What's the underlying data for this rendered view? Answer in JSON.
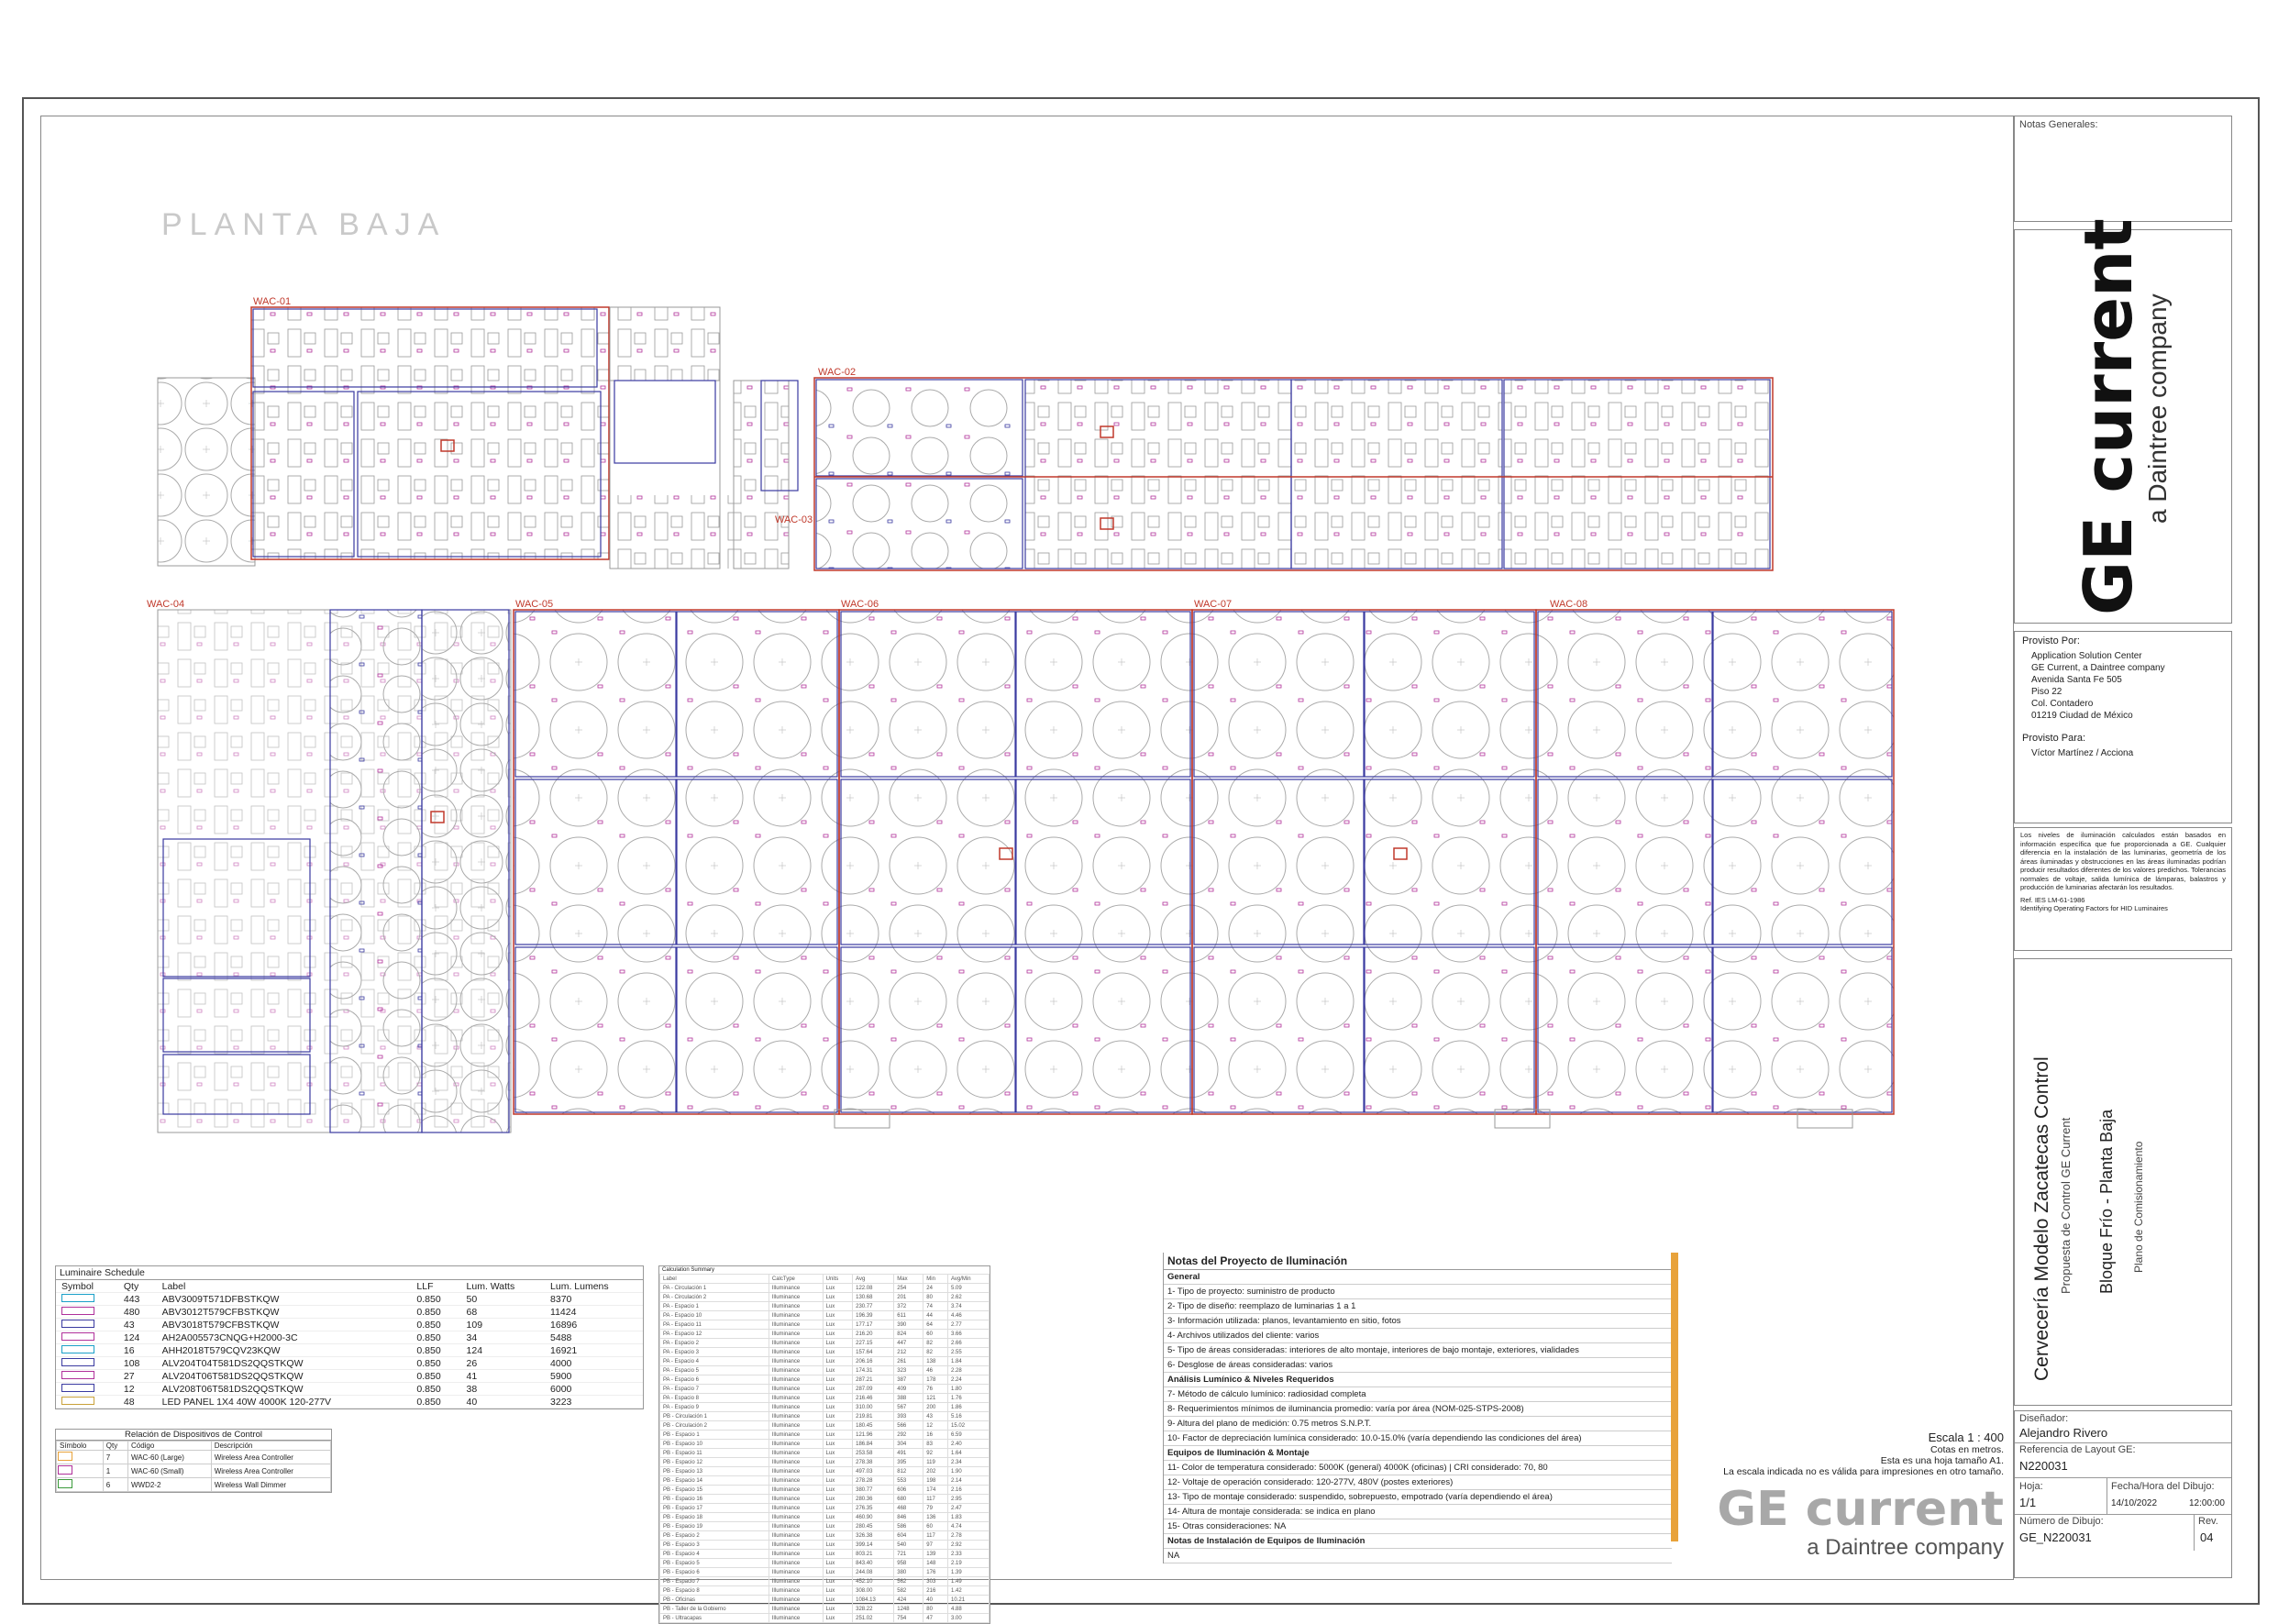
{
  "plan": {
    "title": "PLANTA BAJA",
    "zones": [
      "WAC-01",
      "WAC-02",
      "WAC-03",
      "WAC-04",
      "WAC-05",
      "WAC-06",
      "WAC-07",
      "WAC-08"
    ]
  },
  "schedule": {
    "title": "Luminaire Schedule",
    "headers": [
      "Symbol",
      "Qty",
      "Label",
      "LLF",
      "Lum. Watts",
      "Lum. Lumens"
    ],
    "rows": [
      {
        "qty": "443",
        "label": "ABV3009T571DFBSTKQW",
        "llf": "0.850",
        "watts": "50",
        "lumens": "8370"
      },
      {
        "qty": "480",
        "label": "ABV3012T579CFBSTKQW",
        "llf": "0.850",
        "watts": "68",
        "lumens": "11424"
      },
      {
        "qty": "43",
        "label": "ABV3018T579CFBSTKQW",
        "llf": "0.850",
        "watts": "109",
        "lumens": "16896"
      },
      {
        "qty": "124",
        "label": "AH2A005573CNQG+H2000-3C",
        "llf": "0.850",
        "watts": "34",
        "lumens": "5488"
      },
      {
        "qty": "16",
        "label": "AHH2018T579CQV23KQW",
        "llf": "0.850",
        "watts": "124",
        "lumens": "16921"
      },
      {
        "qty": "108",
        "label": "ALV204T04T581DS2QQSTKQW",
        "llf": "0.850",
        "watts": "26",
        "lumens": "4000"
      },
      {
        "qty": "27",
        "label": "ALV204T06T581DS2QQSTKQW",
        "llf": "0.850",
        "watts": "41",
        "lumens": "5900"
      },
      {
        "qty": "12",
        "label": "ALV208T06T581DS2QQSTKQW",
        "llf": "0.850",
        "watts": "38",
        "lumens": "6000"
      },
      {
        "qty": "48",
        "label": "LED PANEL 1X4 40W 4000K 120-277V",
        "llf": "0.850",
        "watts": "40",
        "lumens": "3223"
      }
    ]
  },
  "controls": {
    "title": "Relación de Dispositivos de Control",
    "headers": [
      "Símbolo",
      "Qty",
      "Código",
      "Descripción"
    ],
    "rows": [
      {
        "qty": "7",
        "code": "WAC-60 (Large)",
        "desc": "Wireless Area Controller"
      },
      {
        "qty": "1",
        "code": "WAC-60 (Small)",
        "desc": "Wireless Area Controller"
      },
      {
        "qty": "6",
        "code": "WWD2-2",
        "desc": "Wireless Wall Dimmer"
      }
    ]
  },
  "calc_summary": {
    "title": "Calculation Summary",
    "headers": [
      "Label",
      "CalcType",
      "Units",
      "Avg",
      "Max",
      "Min",
      "Avg/Min"
    ],
    "rows": [
      [
        "PA - Circulación 1",
        "Illuminance",
        "Lux",
        "122.08",
        "254",
        "24",
        "5.09"
      ],
      [
        "PA - Circulación 2",
        "Illuminance",
        "Lux",
        "130.68",
        "201",
        "80",
        "2.62"
      ],
      [
        "PA - Espacio 1",
        "Illuminance",
        "Lux",
        "230.77",
        "372",
        "74",
        "3.74"
      ],
      [
        "PA - Espacio 10",
        "Illuminance",
        "Lux",
        "196.39",
        "611",
        "44",
        "4.46"
      ],
      [
        "PA - Espacio 11",
        "Illuminance",
        "Lux",
        "177.17",
        "390",
        "64",
        "2.77"
      ],
      [
        "PA - Espacio 12",
        "Illuminance",
        "Lux",
        "216.20",
        "824",
        "60",
        "3.66"
      ],
      [
        "PA - Espacio 2",
        "Illuminance",
        "Lux",
        "227.15",
        "447",
        "82",
        "2.66"
      ],
      [
        "PA - Espacio 3",
        "Illuminance",
        "Lux",
        "157.64",
        "212",
        "82",
        "2.55"
      ],
      [
        "PA - Espacio 4",
        "Illuminance",
        "Lux",
        "206.16",
        "261",
        "138",
        "1.84"
      ],
      [
        "PA - Espacio 5",
        "Illuminance",
        "Lux",
        "174.31",
        "323",
        "46",
        "2.28"
      ],
      [
        "PA - Espacio 6",
        "Illuminance",
        "Lux",
        "287.21",
        "387",
        "178",
        "2.24"
      ],
      [
        "PA - Espacio 7",
        "Illuminance",
        "Lux",
        "287.09",
        "409",
        "76",
        "1.80"
      ],
      [
        "PA - Espacio 8",
        "Illuminance",
        "Lux",
        "216.46",
        "388",
        "121",
        "1.76"
      ],
      [
        "PA - Espacio 9",
        "Illuminance",
        "Lux",
        "310.00",
        "567",
        "200",
        "1.86"
      ],
      [
        "PB - Circulación 1",
        "Illuminance",
        "Lux",
        "219.81",
        "393",
        "43",
        "5.16"
      ],
      [
        "PB - Circulación 2",
        "Illuminance",
        "Lux",
        "180.45",
        "566",
        "12",
        "15.02"
      ],
      [
        "PB - Espacio 1",
        "Illuminance",
        "Lux",
        "121.96",
        "292",
        "16",
        "6.59"
      ],
      [
        "PB - Espacio 10",
        "Illuminance",
        "Lux",
        "186.84",
        "304",
        "83",
        "2.40"
      ],
      [
        "PB - Espacio 11",
        "Illuminance",
        "Lux",
        "253.58",
        "491",
        "92",
        "1.64"
      ],
      [
        "PB - Espacio 12",
        "Illuminance",
        "Lux",
        "278.38",
        "395",
        "119",
        "2.34"
      ],
      [
        "PB - Espacio 13",
        "Illuminance",
        "Lux",
        "497.03",
        "812",
        "202",
        "1.90"
      ],
      [
        "PB - Espacio 14",
        "Illuminance",
        "Lux",
        "278.28",
        "553",
        "198",
        "2.14"
      ],
      [
        "PB - Espacio 15",
        "Illuminance",
        "Lux",
        "380.77",
        "606",
        "174",
        "2.16"
      ],
      [
        "PB - Espacio 16",
        "Illuminance",
        "Lux",
        "280.36",
        "680",
        "117",
        "2.95"
      ],
      [
        "PB - Espacio 17",
        "Illuminance",
        "Lux",
        "276.35",
        "468",
        "79",
        "2.47"
      ],
      [
        "PB - Espacio 18",
        "Illuminance",
        "Lux",
        "460.90",
        "846",
        "136",
        "1.83"
      ],
      [
        "PB - Espacio 19",
        "Illuminance",
        "Lux",
        "280.45",
        "586",
        "60",
        "4.74"
      ],
      [
        "PB - Espacio 2",
        "Illuminance",
        "Lux",
        "326.38",
        "604",
        "117",
        "2.78"
      ],
      [
        "PB - Espacio 3",
        "Illuminance",
        "Lux",
        "399.14",
        "540",
        "97",
        "2.92"
      ],
      [
        "PB - Espacio 4",
        "Illuminance",
        "Lux",
        "803.21",
        "721",
        "139",
        "2.33"
      ],
      [
        "PB - Espacio 5",
        "Illuminance",
        "Lux",
        "843.40",
        "958",
        "148",
        "2.19"
      ],
      [
        "PB - Espacio 6",
        "Illuminance",
        "Lux",
        "244.08",
        "380",
        "176",
        "1.39"
      ],
      [
        "PB - Espacio 7",
        "Illuminance",
        "Lux",
        "452.10",
        "562",
        "303",
        "1.49"
      ],
      [
        "PB - Espacio 8",
        "Illuminance",
        "Lux",
        "308.00",
        "582",
        "216",
        "1.42"
      ],
      [
        "PB - Oficinas",
        "Illuminance",
        "Lux",
        "1084.13",
        "424",
        "40",
        "10.21"
      ],
      [
        "PB - Taller de la Gobierno",
        "Illuminance",
        "Lux",
        "328.22",
        "1248",
        "80",
        "4.88"
      ],
      [
        "PB - Ultracapas",
        "Illuminance",
        "Lux",
        "251.02",
        "754",
        "47",
        "3.00"
      ]
    ]
  },
  "project_notes": {
    "title": "Notas del Proyecto de Iluminación",
    "rows": [
      {
        "text": "General",
        "head": true
      },
      {
        "text": "1- Tipo de proyecto: suministro de producto",
        "head": false
      },
      {
        "text": "2- Tipo de diseño: reemplazo de luminarias 1 a 1",
        "head": false
      },
      {
        "text": "3- Información utilizada: planos, levantamiento en sitio, fotos",
        "head": false
      },
      {
        "text": "4- Archivos utilizados del cliente: varios",
        "head": false
      },
      {
        "text": "5- Tipo de áreas consideradas: interiores de alto montaje, interiores de bajo montaje, exteriores, vialidades",
        "head": false
      },
      {
        "text": "6- Desglose de áreas consideradas: varios",
        "head": false
      },
      {
        "text": "Análisis Lumínico & Niveles Requeridos",
        "head": true
      },
      {
        "text": "7- Método de cálculo lumínico: radiosidad completa",
        "head": false
      },
      {
        "text": "8- Requerimientos mínimos de iluminancia promedio: varía por área (NOM-025-STPS-2008)",
        "head": false
      },
      {
        "text": "9- Altura del plano de medición: 0.75 metros S.N.P.T.",
        "head": false
      },
      {
        "text": "10- Factor de depreciación lumínica considerado: 10.0-15.0% (varía dependiendo las condiciones del área)",
        "head": false
      },
      {
        "text": "Equipos de Iluminación & Montaje",
        "head": true
      },
      {
        "text": "11- Color de temperatura considerado: 5000K (general) 4000K (oficinas) | CRI considerado: 70, 80",
        "head": false
      },
      {
        "text": "12- Voltaje de operación considerado: 120-277V, 480V (postes exteriores)",
        "head": false
      },
      {
        "text": "13- Tipo de montaje considerado: suspendido, sobrepuesto, empotrado (varía dependiendo el área)",
        "head": false
      },
      {
        "text": "14- Altura de montaje considerada: se indica en plano",
        "head": false
      },
      {
        "text": "15- Otras consideraciones: NA",
        "head": false
      },
      {
        "text": "Notas de Instalación de Equipos de Iluminación",
        "head": true
      },
      {
        "text": "NA",
        "head": false
      }
    ]
  },
  "scale": {
    "label": "Escala 1 : 400",
    "line1": "Cotas en metros.",
    "line2": "Esta es una hoja tamaño A1.",
    "line3": "La escala indicada no es válida para impresiones en otro tamaño."
  },
  "logo": {
    "brand": "GE current",
    "tagline": "a Daintree company"
  },
  "title_block": {
    "notes_label": "Notas Generales:",
    "provisto_por_label": "Provisto Por:",
    "provisto_por": [
      "Application Solution Center",
      "GE Current, a Daintree company",
      "Avenida Santa Fe 505",
      "Piso 22",
      "Col. Contadero",
      "01219 Ciudad de México"
    ],
    "provisto_para_label": "Provisto Para:",
    "provisto_para": "Víctor Martínez / Acciona",
    "disclaimer": "Los niveles de iluminación calculados están basados en información específica que fue proporcionada a GE. Cualquier diferencia en la instalación de las luminarias, geometría de los áreas iluminadas y obstrucciones en las áreas iluminadas podrían producir resultados diferentes de los valores predichos. Tolerancias normales de voltaje, salida lumínica de lámparas, balastros y producción de luminarias afectarán los resultados.",
    "ref1": "Ref. IES LM-61-1986",
    "ref2": "Identifying Operating Factors for HID Luminaires",
    "project_title": "Cervecería Modelo Zacatecas Control",
    "project_sub": "Propuesta de Control GE Current",
    "sheet_title": "Bloque Frío - Planta Baja",
    "sheet_sub": "Plano de Comisionamiento",
    "designer_label": "Diseñador:",
    "designer": "Alejandro Rivero",
    "layout_ref_label": "Referencia de Layout GE:",
    "layout_ref": "N220031",
    "sheet_label": "Hoja:",
    "sheet": "1/1",
    "date_label": "Fecha/Hora del Dibujo:",
    "date": "14/10/2022",
    "time": "12:00:00",
    "drawing_no_label": "Número de Dibujo:",
    "drawing_no": "GE_N220031",
    "rev_label": "Rev.",
    "rev": "04"
  },
  "colors": {
    "frame": "#555555",
    "zone_red": "#c0392b",
    "zone_blue": "#3a3aa0",
    "accent": "#e8a23a",
    "logo_gray": "#a8a8a8",
    "luminaire_magenta": "#b0309a"
  }
}
